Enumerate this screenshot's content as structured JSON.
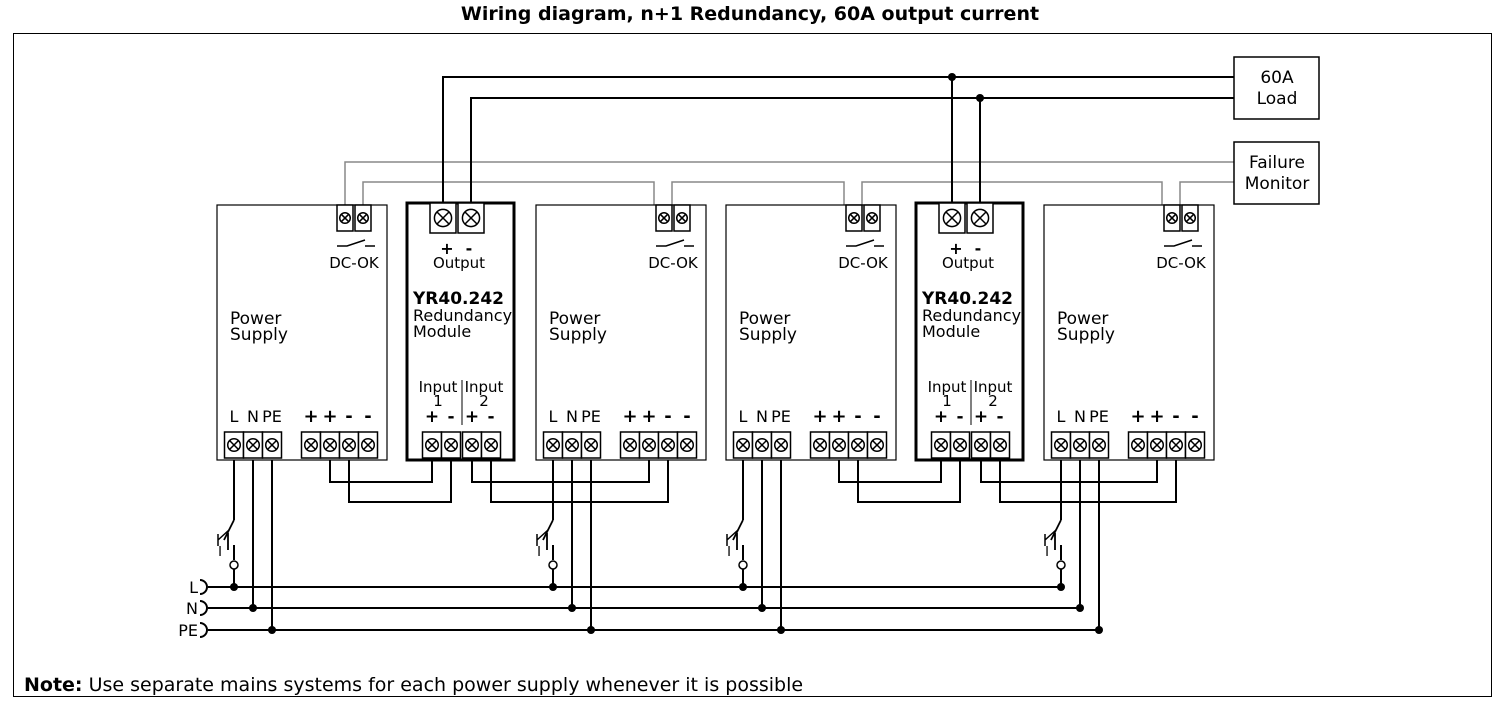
{
  "title": "Wiring diagram, n+1 Redundancy, 60A output current",
  "note": {
    "label": "Note:",
    "text": "Use separate mains systems for each power supply whenever it is possible"
  },
  "load": {
    "line1": "60A",
    "line2": "Load"
  },
  "failure_monitor": {
    "line1": "Failure",
    "line2": "Monitor"
  },
  "power_supply": {
    "name1": "Power",
    "name2": "Supply",
    "dc_ok": "DC-OK",
    "terminals": [
      "L",
      "N",
      "PE",
      "+",
      "+",
      "-",
      "-"
    ]
  },
  "redundancy_module": {
    "model": "YR40.242",
    "name1": "Redundancy",
    "name2": "Module",
    "output": "Output",
    "out_plus": "+",
    "out_minus": "-",
    "input1_a": "Input",
    "input1_b": "1",
    "input2_a": "Input",
    "input2_b": "2",
    "in_plus": "+",
    "in_minus": "-"
  },
  "mains": [
    "L",
    "N",
    "PE"
  ],
  "switch_label": "I"
}
